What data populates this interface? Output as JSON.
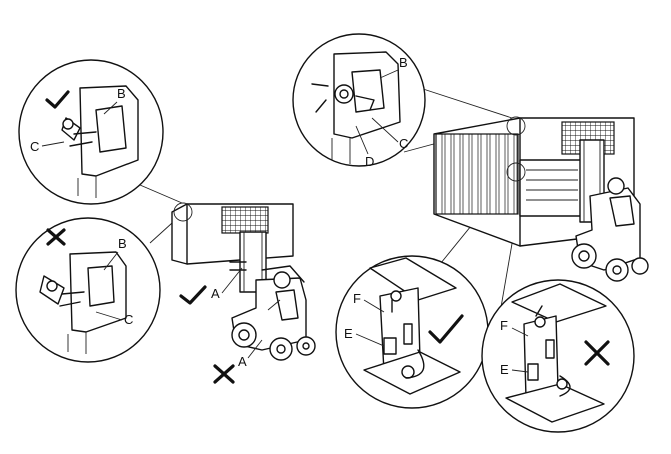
{
  "labels": {
    "b1": "B",
    "c1": "C",
    "b2": "B",
    "c2": "C",
    "a_ok": "A",
    "a_bad": "A",
    "b3": "B",
    "c3": "C",
    "d3": "D",
    "f_ok": "F",
    "e_ok": "E",
    "f_bad": "F",
    "e_bad": "E"
  }
}
